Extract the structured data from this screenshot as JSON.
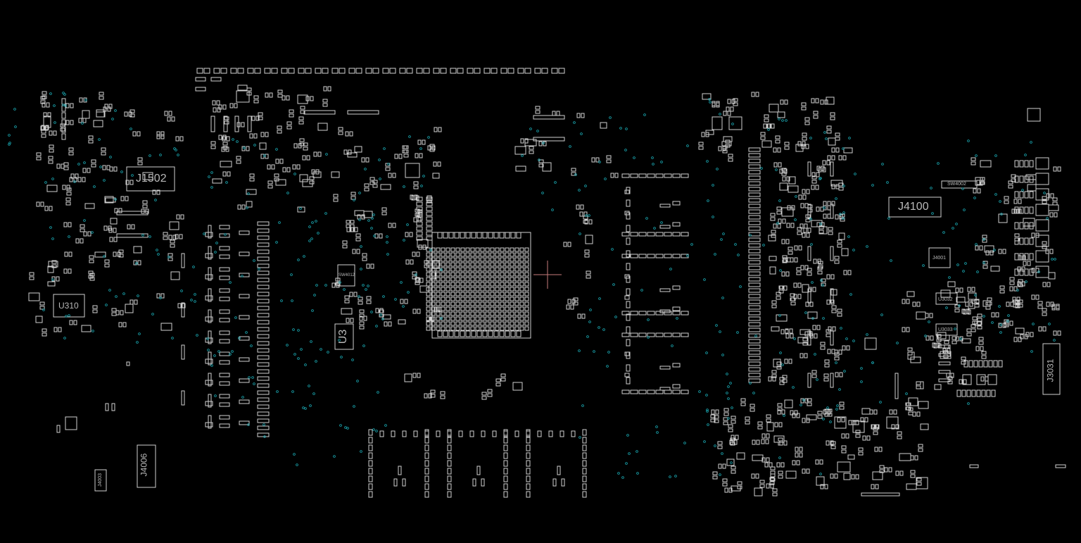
{
  "viewer": {
    "background": "#000000",
    "outline_color": "#d0d0d0",
    "via_color": "#1aa9b3",
    "cursor_color": "#c77b7b"
  },
  "components": {
    "j1502": "J1502",
    "u310": "U310",
    "j4006": "J4006",
    "j4003": "J4003",
    "sw4012": "SW4012",
    "u3": "U3",
    "j4100": "J4100",
    "sw4002": "SW4002",
    "j4001": "J4001",
    "u3032": "U3032",
    "u3033": "U3033",
    "j3031": "J3031"
  }
}
